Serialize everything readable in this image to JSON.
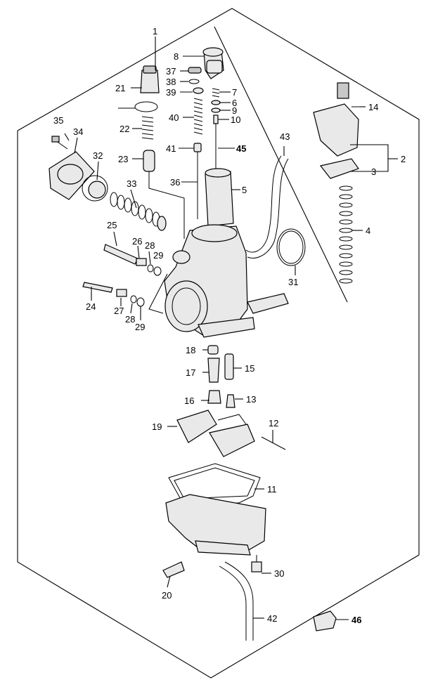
{
  "diagram": {
    "callouts": {
      "c1": "1",
      "c2": "2",
      "c3": "3",
      "c4": "4",
      "c5": "5",
      "c6": "6",
      "c7": "7",
      "c8": "8",
      "c9": "9",
      "c10": "10",
      "c11": "11",
      "c12": "12",
      "c13": "13",
      "c14": "14",
      "c15": "15",
      "c16": "16",
      "c17": "17",
      "c18": "18",
      "c19": "19",
      "c20": "20",
      "c21": "21",
      "c22": "22",
      "c23": "23",
      "c24": "24",
      "c25": "25",
      "c26": "26",
      "c27": "27",
      "c28a": "28",
      "c28b": "28",
      "c29a": "29",
      "c29b": "29",
      "c30": "30",
      "c31": "31",
      "c32": "32",
      "c33": "33",
      "c34": "34",
      "c35": "35",
      "c36": "36",
      "c37": "37",
      "c38": "38",
      "c39": "39",
      "c40": "40",
      "c41": "41",
      "c42": "42",
      "c43": "43",
      "c45": "45",
      "c46": "46"
    }
  }
}
